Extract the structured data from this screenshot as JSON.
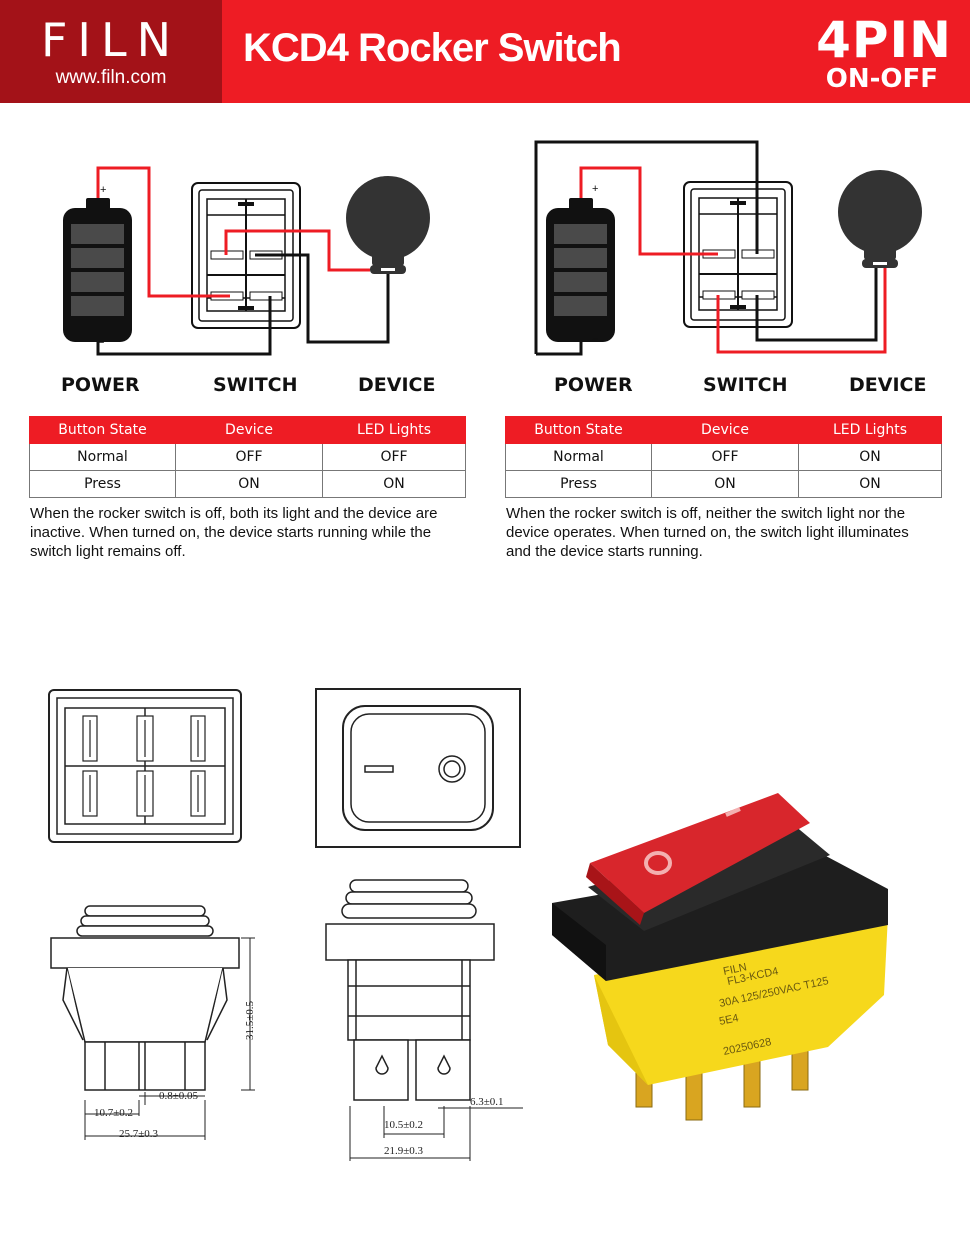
{
  "header": {
    "logo": "FILN",
    "url": "www.filn.com",
    "title": "KCD4 Rocker Switch",
    "pins": "4PIN",
    "mode": "ON-OFF"
  },
  "wiring_left": {
    "labels": [
      "POWER",
      "SWITCH",
      "DEVICE"
    ],
    "table": {
      "headers": [
        "Button State",
        "Device",
        "LED Lights"
      ],
      "rows": [
        [
          "Normal",
          "OFF",
          "OFF"
        ],
        [
          "Press",
          "ON",
          "ON"
        ]
      ]
    },
    "description": "When the rocker switch is off, both its light and the device are inactive. When turned on, the device starts running while the switch light remains off."
  },
  "wiring_right": {
    "labels": [
      "POWER",
      "SWITCH",
      "DEVICE"
    ],
    "table": {
      "headers": [
        "Button State",
        "Device",
        "LED Lights"
      ],
      "rows": [
        [
          "Normal",
          "OFF",
          "ON"
        ],
        [
          "Press",
          "ON",
          "ON"
        ]
      ]
    },
    "description": "When the rocker switch is off, neither the switch light nor the device operates. When turned on, the switch light illuminates and the device starts running."
  },
  "symbols": {
    "plus": "+",
    "minus": "−",
    "rocker_on": "I",
    "rocker_off": "O"
  },
  "dimensions": {
    "height": "31.5±0.5",
    "d1": "0.8±0.05",
    "d2": "10.7±0.2",
    "d3": "25.7±0.3",
    "d4": "6.3±0.1",
    "d5": "10.5±0.2",
    "d6": "21.9±0.3"
  },
  "product": {
    "brand": "FILN",
    "model": "FL3-KCD4",
    "rating": "30A 125/250VAC T125",
    "code": "5E4",
    "date": "20250628"
  },
  "colors": {
    "accent": "#ee1c24",
    "dark_red": "#a31218",
    "body": "#f6d81c",
    "lens": "#d8262c"
  }
}
